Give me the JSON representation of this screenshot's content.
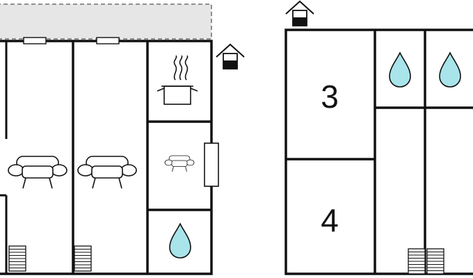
{
  "floorplan": {
    "colors": {
      "wall": "#111111",
      "terrace_fill": "#e6e6e6",
      "water": "#a8e4ea",
      "background": "#ffffff"
    },
    "left_building": {
      "rooms": [
        {
          "name": "room-left-edge",
          "icon": "none"
        },
        {
          "name": "living-room-1",
          "icon": "sofa-icon"
        },
        {
          "name": "living-room-2",
          "icon": "sofa-icon"
        },
        {
          "name": "kitchen",
          "icon": "cooking-pot-icon"
        },
        {
          "name": "lounge",
          "icon": "armchair-icon"
        },
        {
          "name": "bathroom",
          "icon": "water-drop-icon"
        }
      ],
      "icons": [
        "sofa-icon",
        "sofa-icon",
        "cooking-pot-icon",
        "armchair-icon",
        "water-drop-icon",
        "staircase-icon",
        "staircase-icon",
        "house-entrance-icon",
        "window-icon"
      ]
    },
    "right_building": {
      "room_labels": [
        "3",
        "4"
      ],
      "icons": [
        "water-drop-icon",
        "water-drop-icon",
        "staircase-icon",
        "staircase-icon",
        "house-entrance-icon"
      ]
    }
  }
}
